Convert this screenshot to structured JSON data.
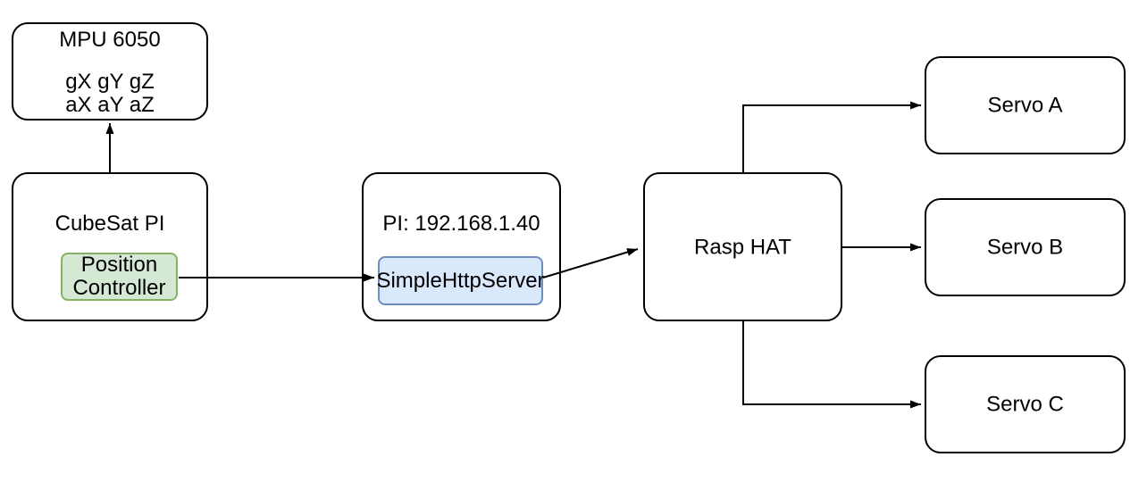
{
  "diagram": {
    "background": "#ffffff",
    "nodes": {
      "mpu": {
        "title": "MPU 6050",
        "gyro_line": "gX gY gZ",
        "accel_line": "aX aY aZ"
      },
      "cubesat_pi": {
        "title": "CubeSat PI",
        "position_controller_label": "Position Controller"
      },
      "pi_server": {
        "title": "PI: 192.168.1.40",
        "simple_http_server_label": "SimpleHttpServer"
      },
      "rasp_hat": {
        "title": "Rasp HAT"
      },
      "servo_a": {
        "title": "Servo A"
      },
      "servo_b": {
        "title": "Servo B"
      },
      "servo_c": {
        "title": "Servo C"
      }
    },
    "edges": [
      {
        "from": "cubesat_pi",
        "to": "mpu",
        "style": "straight-vertical"
      },
      {
        "from": "position_controller",
        "to": "simple_http_server",
        "style": "straight-horizontal"
      },
      {
        "from": "simple_http_server",
        "to": "rasp_hat",
        "style": "diagonal"
      },
      {
        "from": "rasp_hat",
        "to": "servo_a",
        "style": "elbow-up-right"
      },
      {
        "from": "rasp_hat",
        "to": "servo_b",
        "style": "straight-horizontal"
      },
      {
        "from": "rasp_hat",
        "to": "servo_c",
        "style": "elbow-down-right"
      }
    ],
    "colors": {
      "background": "#ffffff",
      "node_fill": "#ffffff",
      "node_stroke": "#000000",
      "edge_stroke": "#000000",
      "text": "#000000",
      "green_fill": "#d5e8d4",
      "green_stroke": "#82b366",
      "blue_fill": "#dae8fc",
      "blue_stroke": "#6c8ebf"
    }
  }
}
